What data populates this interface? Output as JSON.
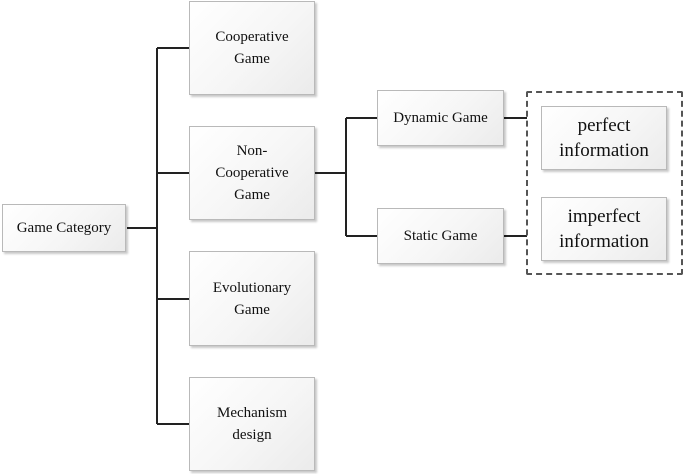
{
  "diagram": {
    "root": {
      "label": "Game Category"
    },
    "categories": {
      "cooperative": "Cooperative\nGame",
      "non_cooperative": "Non-\nCooperative\nGame",
      "evolutionary": "Evolutionary\nGame",
      "mechanism": "Mechanism\ndesign"
    },
    "subcategories": {
      "dynamic": "Dynamic Game",
      "static": "Static Game"
    },
    "information": {
      "perfect": "perfect\ninformation",
      "imperfect": "imperfect\ninformation"
    }
  },
  "colors": {
    "connector": "#222222",
    "box_border": "#b9b9b9",
    "group_border": "#555555"
  },
  "icons": []
}
